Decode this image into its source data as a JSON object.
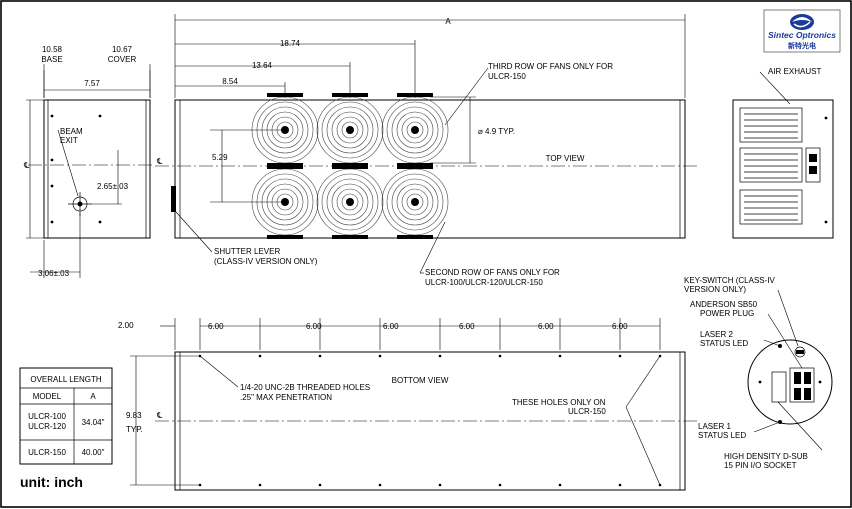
{
  "logo": {
    "name": "Sintec Optronics",
    "chinese": "新特光电",
    "icon": "sintec-swirl-logo"
  },
  "side_view": {
    "base_dim": "10.58",
    "base_label": "BASE",
    "cover_dim": "10.67",
    "cover_label": "COVER",
    "width_dim": "7.57",
    "beam_exit": [
      "BEAM",
      "EXIT"
    ],
    "height_dim": "2.65±.03",
    "offset_dim": "3.06±.03",
    "centerline": "℄"
  },
  "top_view": {
    "overall": "A",
    "dim_18": "18.74",
    "dim_13": "13.64",
    "dim_8": "8.54",
    "fan_spacing": "5.29",
    "fan_diameter": "⌀ 4.9 TYP.",
    "title": "TOP VIEW",
    "third_row_note": [
      "THIRD ROW OF FANS ONLY FOR",
      "ULCR-150"
    ],
    "second_row_note": [
      "SECOND ROW OF FANS ONLY FOR",
      "ULCR-100/ULCR-120/ULCR-150"
    ],
    "shutter_note": [
      "SHUTTER LEVER",
      "(CLASS-IV VERSION ONLY)"
    ],
    "centerline": "℄"
  },
  "end_view": {
    "air_exhaust": "AIR EXHAUST",
    "key_switch": [
      "KEY-SWITCH (CLASS-IV",
      "VERSION ONLY)"
    ],
    "anderson": [
      "ANDERSON SB50",
      "POWER PLUG"
    ],
    "laser2": [
      "LASER 2",
      "STATUS LED"
    ],
    "laser1": [
      "LASER 1",
      "STATUS LED"
    ],
    "dsub": [
      "HIGH DENSITY D-SUB",
      "15 PIN I/O SOCKET"
    ]
  },
  "bottom_view": {
    "title": "BOTTOM VIEW",
    "first_dim": "2.00",
    "spacing": [
      "6.00",
      "6.00",
      "6.00",
      "6.00",
      "6.00",
      "6.00"
    ],
    "threaded_note": [
      "1/4-20 UNC-2B THREADED HOLES",
      ".25\" MAX PENETRATION"
    ],
    "ulcr150_note": [
      "THESE HOLES ONLY ON",
      "ULCR-150"
    ],
    "width_dim": "9.83",
    "width_typ": "TYP.",
    "centerline": "℄"
  },
  "table": {
    "title": "OVERALL LENGTH",
    "headers": [
      "MODEL",
      "A"
    ],
    "rows": [
      {
        "model": [
          "ULCR-100",
          "ULCR-120"
        ],
        "a": "34.04\""
      },
      {
        "model": [
          "ULCR-150"
        ],
        "a": "40.00\""
      }
    ]
  },
  "unit_label": "unit: inch"
}
